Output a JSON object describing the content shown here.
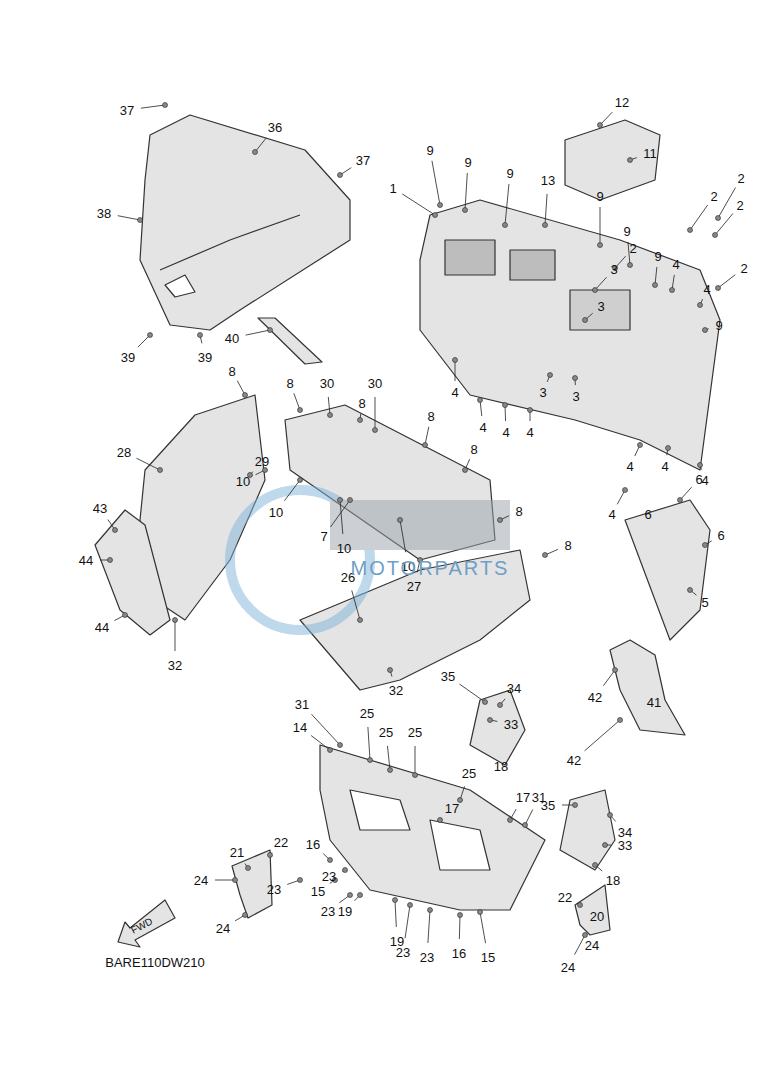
{
  "diagram": {
    "labels": [
      "37",
      "36",
      "37",
      "38",
      "39",
      "39",
      "40",
      "12",
      "11",
      "9",
      "9",
      "9",
      "13",
      "9",
      "1",
      "9",
      "2",
      "2",
      "2",
      "2",
      "2",
      "9",
      "4",
      "4",
      "9",
      "3",
      "3",
      "3",
      "3",
      "4",
      "4",
      "4",
      "4",
      "4",
      "4",
      "4",
      "4",
      "6",
      "6",
      "6",
      "5",
      "8",
      "8",
      "8",
      "8",
      "8",
      "8",
      "8",
      "30",
      "30",
      "28",
      "29",
      "10",
      "10",
      "10",
      "10",
      "7",
      "27",
      "26",
      "43",
      "44",
      "44",
      "32",
      "32",
      "35",
      "35",
      "34",
      "34",
      "33",
      "33",
      "31",
      "31",
      "14",
      "25",
      "25",
      "25",
      "25",
      "18",
      "18",
      "17",
      "17",
      "16",
      "16",
      "21",
      "22",
      "22",
      "24",
      "24",
      "24",
      "24",
      "23",
      "23",
      "23",
      "23",
      "23",
      "15",
      "15",
      "19",
      "19",
      "20",
      "41",
      "42",
      "42",
      "FWD",
      "BARE110DW210",
      "MOTORPARTS"
    ]
  }
}
